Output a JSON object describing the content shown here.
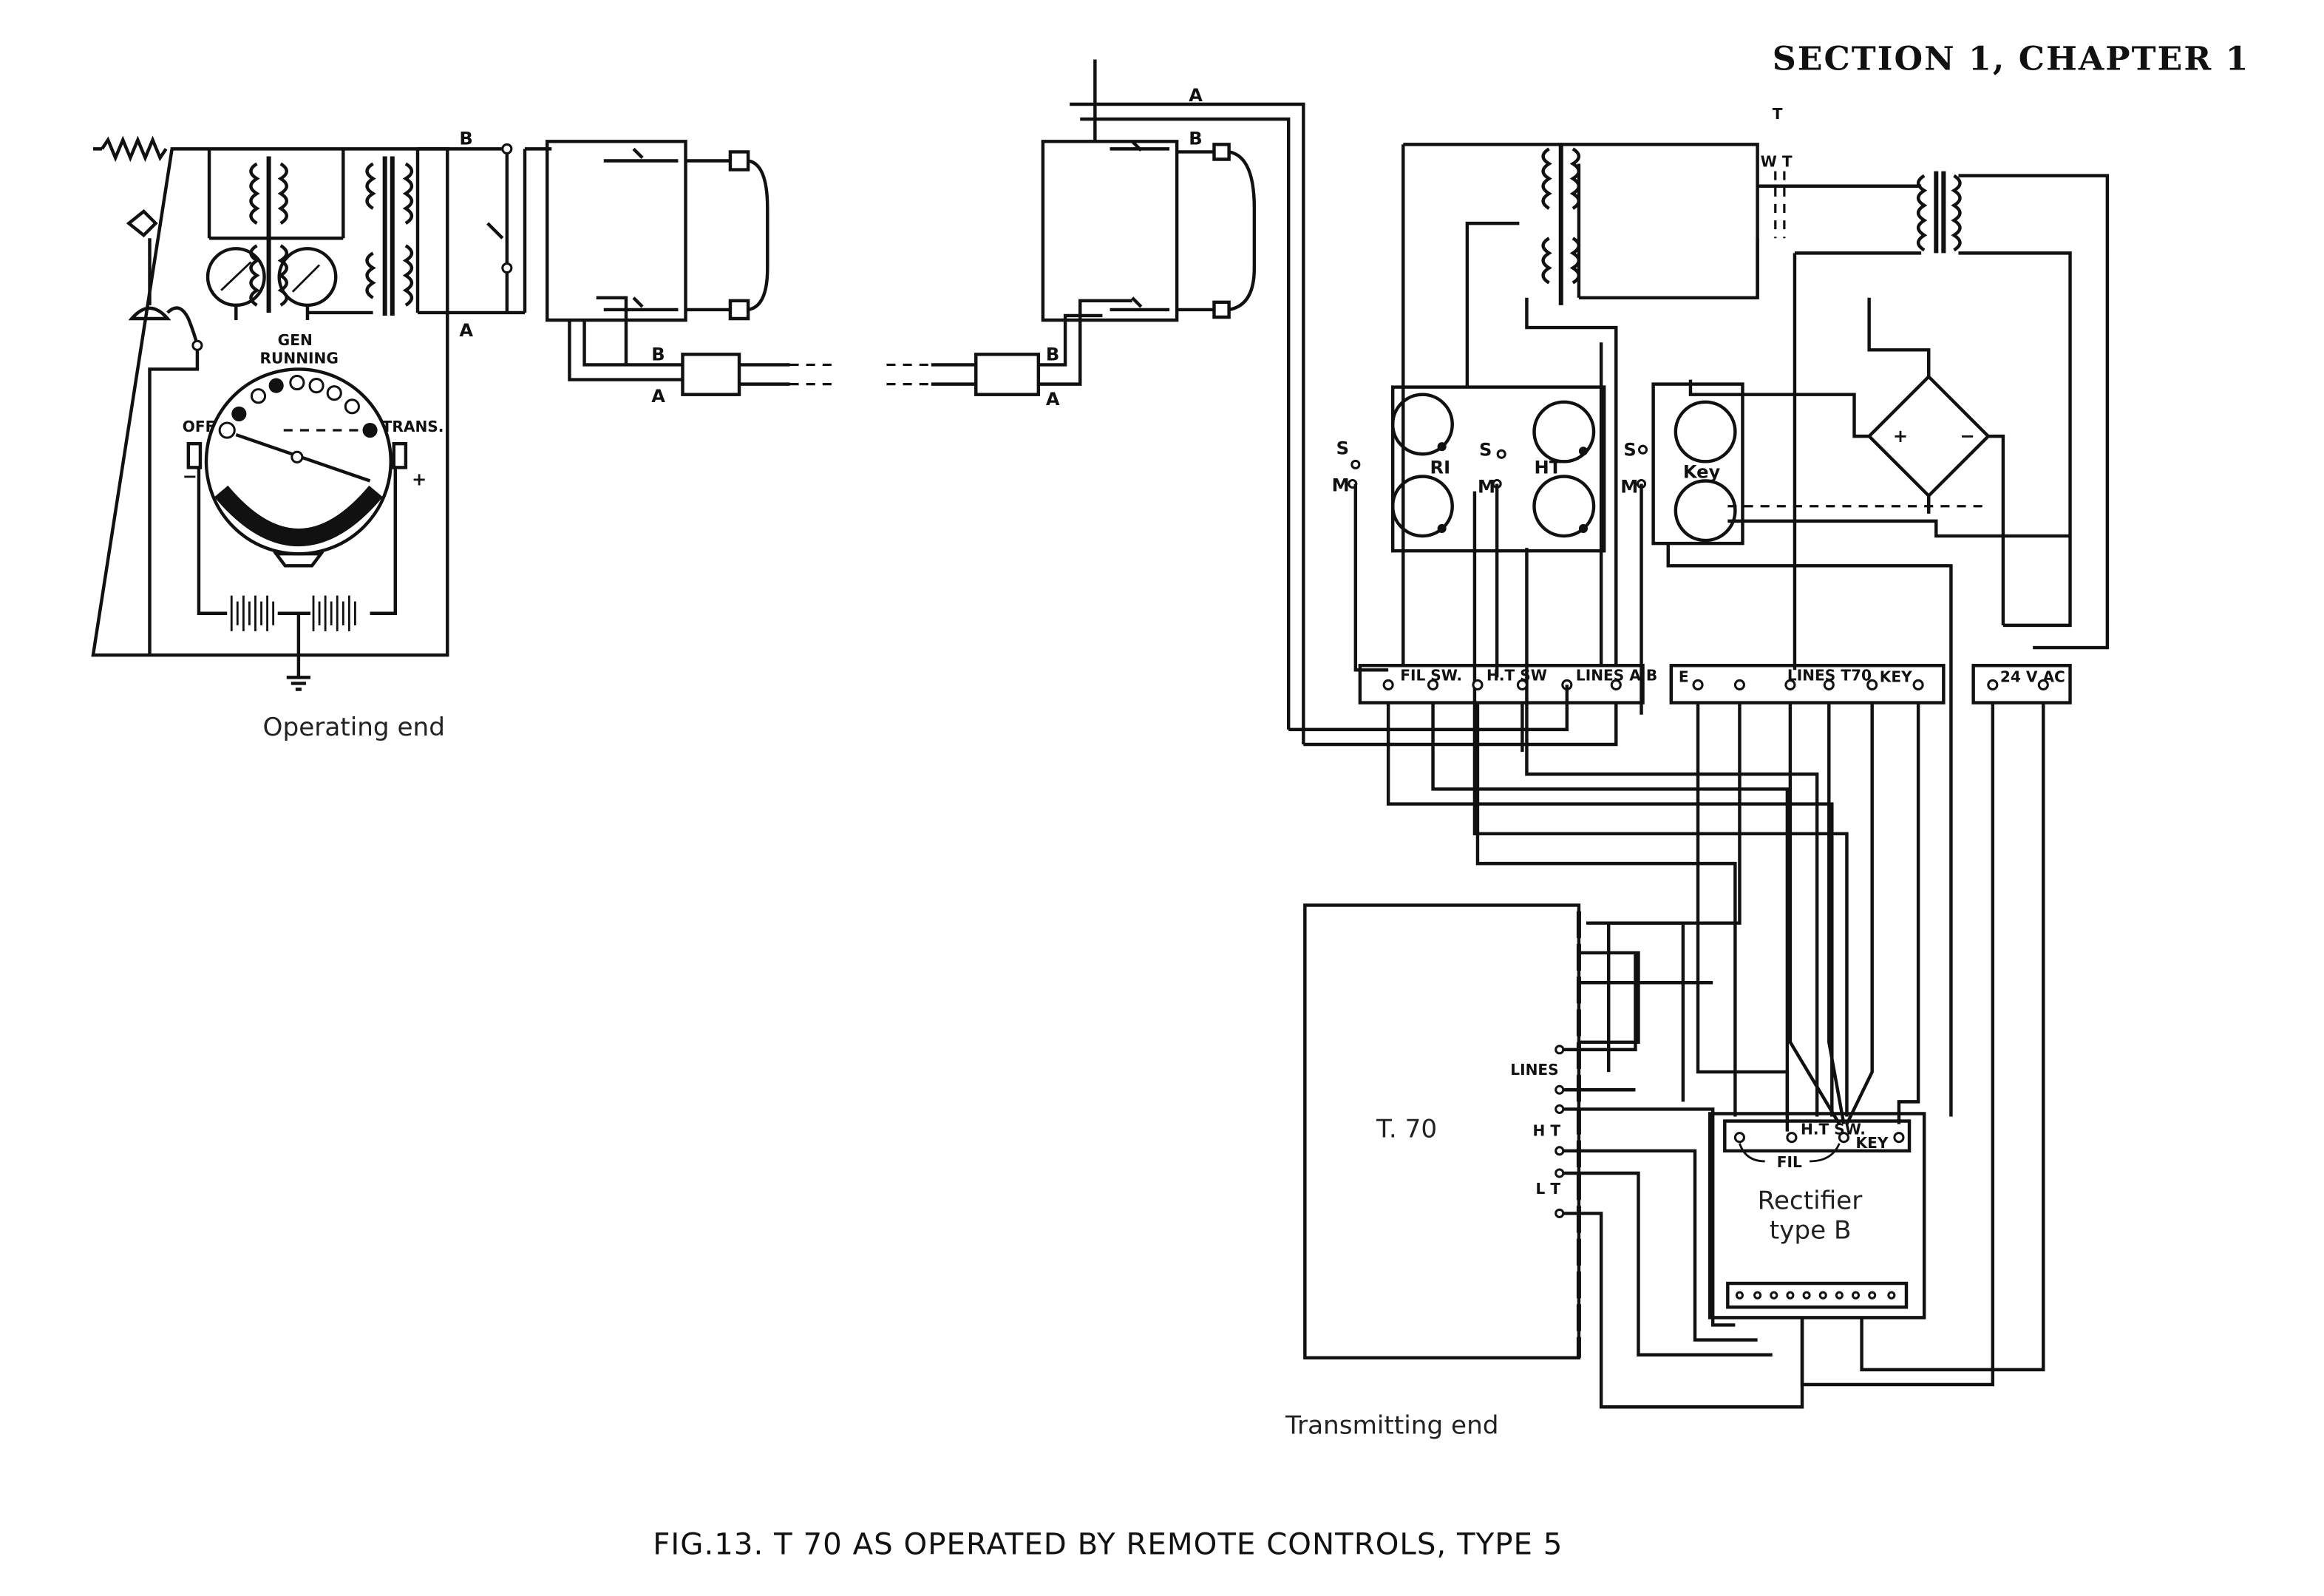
{
  "header": {
    "section": "SECTION 1, CHAPTER 1"
  },
  "operating_end": {
    "caption": "Operating end",
    "dial": {
      "top_label_1": "GEN",
      "top_label_2": "RUNNING",
      "left_label": "OFF",
      "right_label": "TRANS.",
      "minus": "−",
      "plus": "+"
    },
    "line_labels": {
      "b_top": "B",
      "a_bottom": "A",
      "plug_b": "B",
      "plug_a": "A"
    }
  },
  "line_labels_far": {
    "plug_b": "B",
    "plug_a": "A",
    "top_a": "A",
    "top_b": "B"
  },
  "transmitting_end": {
    "caption": "Transmitting end",
    "relay_labels": {
      "wt1": "T",
      "wt2": "W T"
    },
    "switch_labels": {
      "s1": "S",
      "m1": "M",
      "s2": "S",
      "m2": "M",
      "s3": "S",
      "m3": "M"
    },
    "relays": {
      "ri": "RI",
      "ht": "HT",
      "key": "Key"
    },
    "bridge": {
      "plus": "+",
      "minus": "−"
    },
    "terminal_strip_1": [
      "FIL SW.",
      "H.T SW",
      "LINES A B"
    ],
    "terminal_strip_2": [
      "E",
      "LINES T70",
      "KEY"
    ],
    "terminal_strip_3": [
      "24 V AC"
    ],
    "transmitter": {
      "name": "T. 70",
      "terminals": [
        "LINES",
        "H T",
        "L T"
      ]
    },
    "rectifier": {
      "name_1": "Rectifier",
      "name_2": "type B",
      "terminals": [
        "H.T SW.",
        "KEY",
        "FIL"
      ]
    }
  },
  "figure_caption": "FIG.13.  T 70 AS OPERATED BY REMOTE CONTROLS, TYPE 5"
}
